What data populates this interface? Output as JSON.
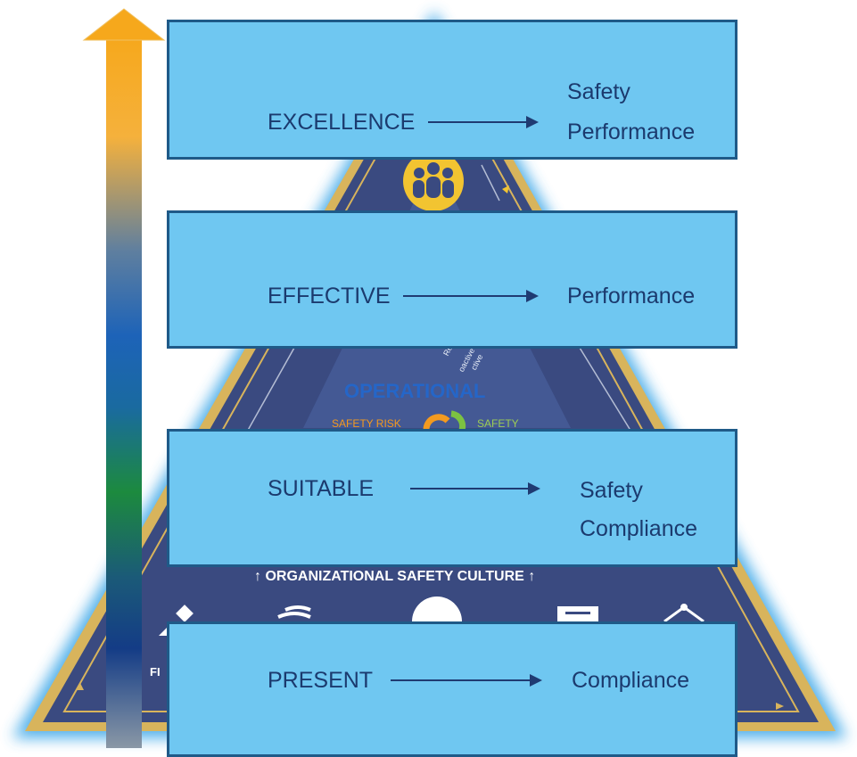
{
  "pyramid": {
    "operational_label": "OPERATIONAL",
    "safety_risk_label": "SAFETY RISK",
    "safety_label": "SAFETY",
    "culture_label": "↑ ORGANIZATIONAL SAFETY CULTURE ↑",
    "left_edge_fragment": "FI",
    "reactive_label": "Reactive",
    "proactive_label": "oactive",
    "active_label": "ctive"
  },
  "levels": [
    {
      "label": "EXCELLENCE",
      "result_line1": "Safety",
      "result_line2": "Performance"
    },
    {
      "label": "EFFECTIVE",
      "result_line1": "Performance",
      "result_line2": ""
    },
    {
      "label": "SUITABLE",
      "result_line1": "Safety",
      "result_line2": "Compliance"
    },
    {
      "label": "PRESENT",
      "result_line1": "Compliance",
      "result_line2": ""
    }
  ],
  "colors": {
    "box_fill": "#6fc7f1",
    "box_border": "#1f5a88",
    "text": "#1b3a6e",
    "pyramid_fill": "#3a4a80",
    "pyramid_border": "#d8b45c",
    "glow": "#3fa8e8",
    "operational_text": "#2566c8"
  }
}
